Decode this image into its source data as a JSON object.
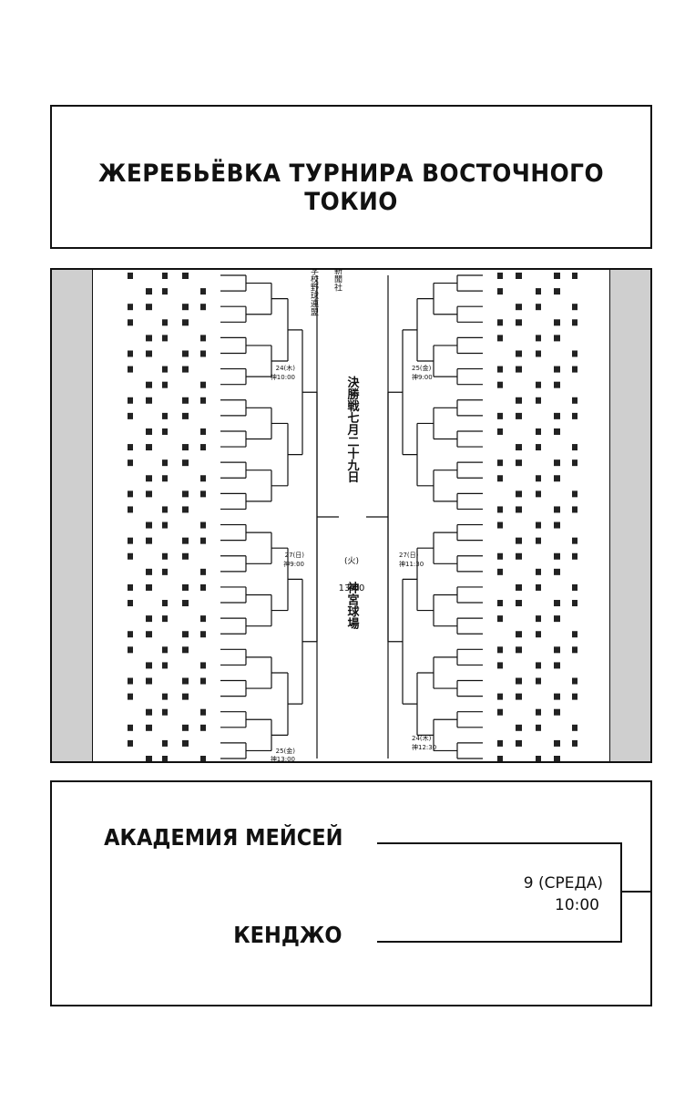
{
  "title": "ЖЕРЕБЬЁВКА ТУРНИРА ВОСТОЧНОГО ТОКИО",
  "bracket": {
    "final_label": "決勝戦七月二十九日",
    "final_day": "(火)",
    "final_time": "13:00",
    "venue": "神宮球場",
    "organizer": "都高等学校野球連盟",
    "newspaper": "新聞社",
    "left_semifinal": {
      "date": "27(日)",
      "time": "神9:00"
    },
    "right_semifinal": {
      "date": "27(日)",
      "time": "神11:30"
    },
    "left_quarter_top": {
      "date": "24(木)",
      "time": "神10:00"
    },
    "right_quarter_top": {
      "date": "25(金)",
      "time": "神9:00"
    },
    "left_quarter_bottom": {
      "date": "25(金)",
      "time": "神13:00"
    },
    "right_quarter_bottom": {
      "date": "24(木)",
      "time": "神12:30"
    }
  },
  "match": {
    "team_a": "АКАДЕМИЯ МЕЙСЕЙ",
    "team_b": "КЕНДЖО",
    "date": "9 (СРЕДА)",
    "time": "10:00"
  }
}
